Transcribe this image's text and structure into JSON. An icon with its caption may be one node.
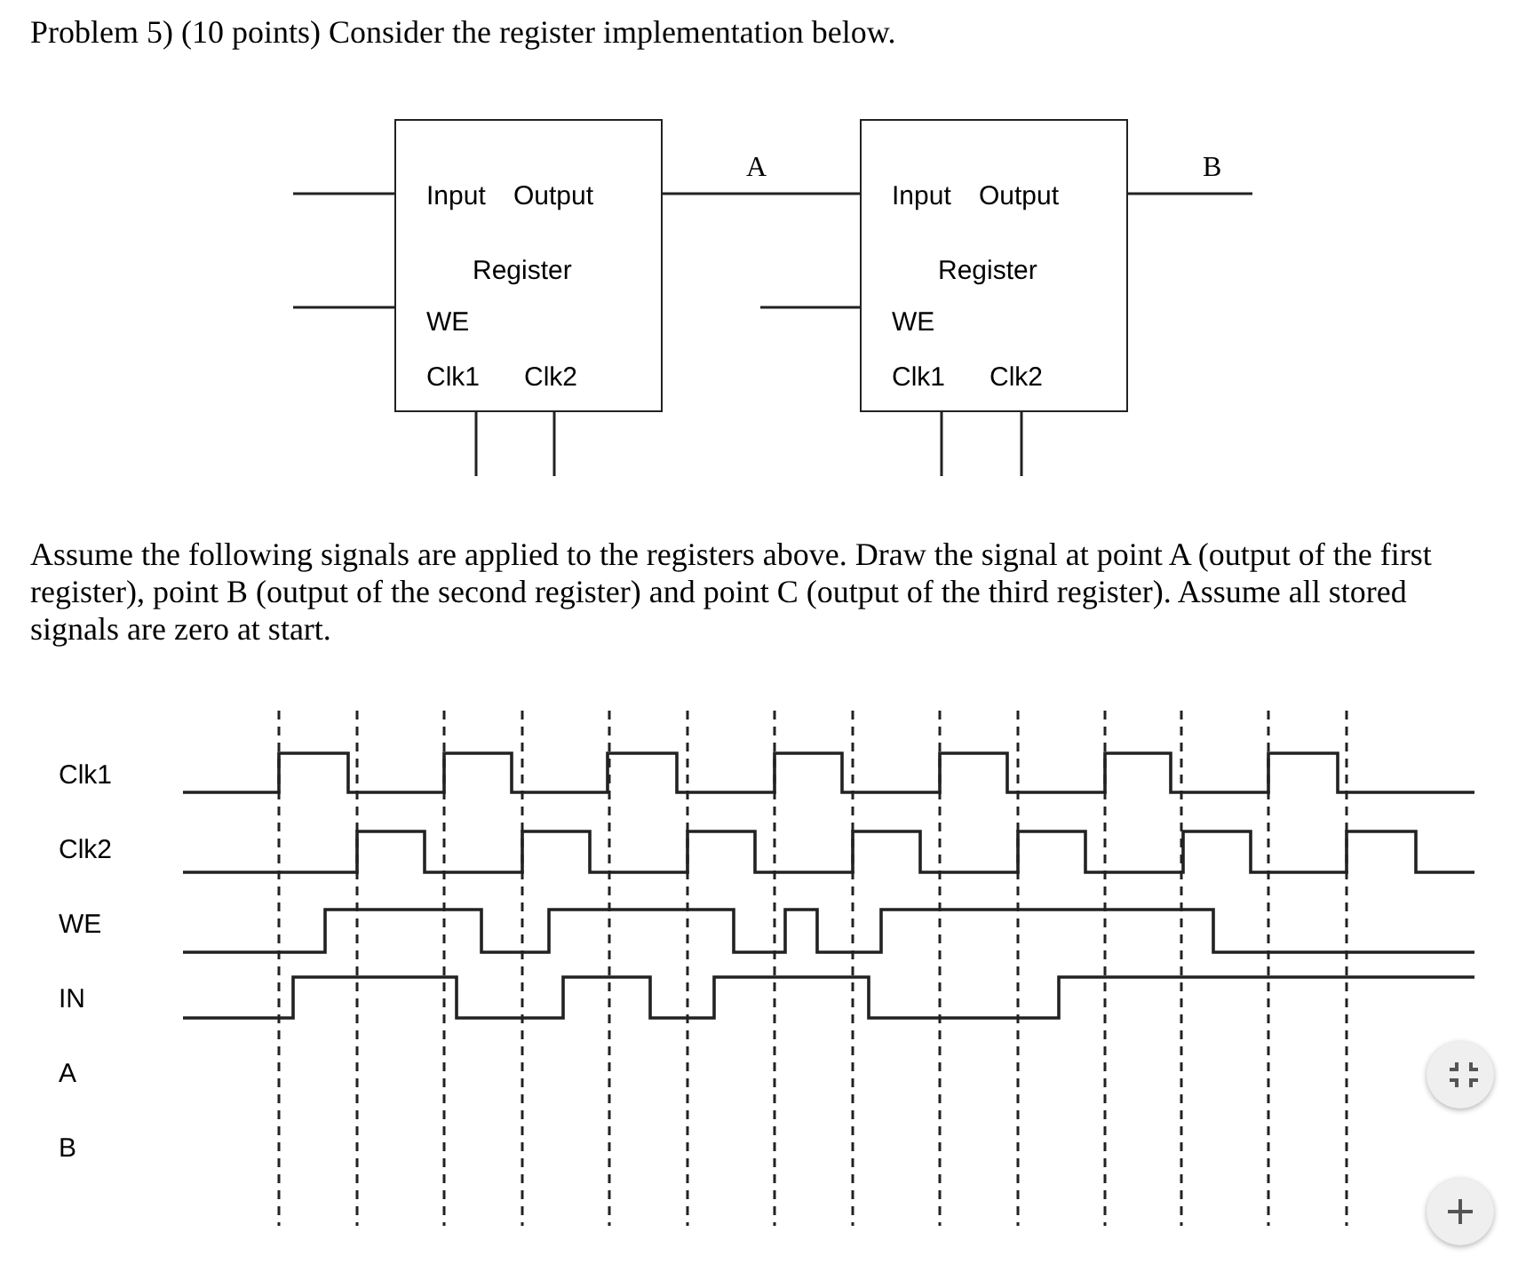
{
  "diagram": {
    "title": "Problem 5) (10 points) Consider the register implementation below.",
    "nodes": [
      {
        "text": [
          "Input",
          "Output",
          "Register",
          "WE",
          "Clk1",
          "Clk2"
        ]
      },
      {
        "text": [
          "Input",
          "Output",
          "Register",
          "WE",
          "Clk1",
          "Clk2"
        ]
      }
    ],
    "edges": [
      {
        "from": null,
        "to": 0,
        "arrow": "none"
      },
      {
        "from": null,
        "to": 0,
        "arrow": "none"
      },
      {
        "from": 0,
        "to": 1,
        "arrow": "none",
        "label": "A"
      },
      {
        "from": null,
        "to": 1,
        "arrow": "none"
      },
      {
        "from": 1,
        "to": null,
        "arrow": "none",
        "label": "B"
      },
      {
        "from": null,
        "to": 0,
        "arrow": "none"
      },
      {
        "from": null,
        "to": 0,
        "arrow": "none"
      },
      {
        "from": null,
        "to": 1,
        "arrow": "none"
      },
      {
        "from": null,
        "to": 1,
        "arrow": "none"
      }
    ],
    "labels": [
      "Assume the following signals are applied to the registers above. Draw the signal at point A (output of the first register), point B (output of the second register) and point C (output of the third register). Assume all stored signals are zero at start.",
      "Clk1",
      "Clk2",
      "WE",
      "IN",
      "A",
      "B"
    ]
  }
}
